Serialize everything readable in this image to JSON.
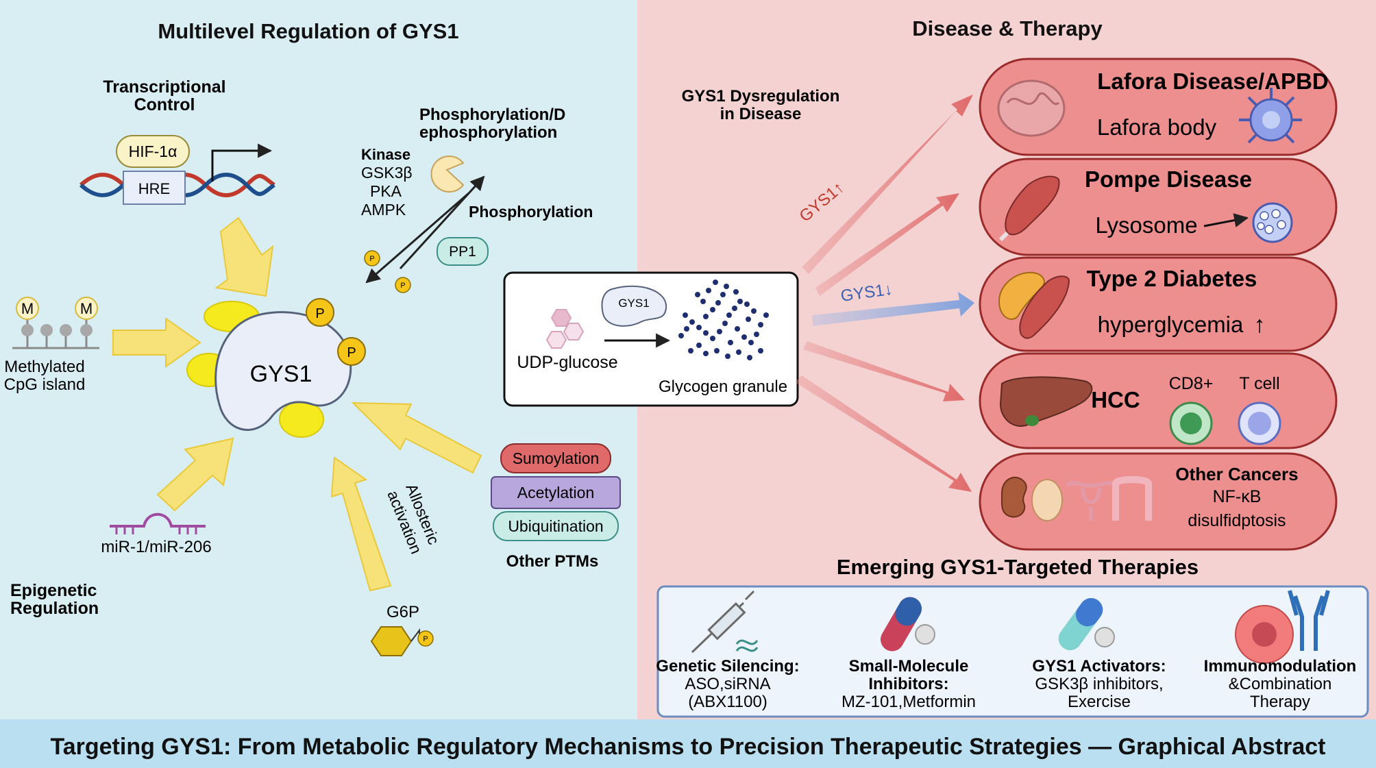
{
  "left_panel": {
    "title": "Multilevel Regulation of GYS1",
    "transcriptional": {
      "label_line1": "Transcriptional",
      "label_line2": "Control",
      "factor": "HIF-1α",
      "element": "HRE"
    },
    "methylation": {
      "marker": "M",
      "label_line1": "Methylated",
      "label_line2": "CpG island"
    },
    "mirna": {
      "label": "miR-1/miR-206"
    },
    "epigenetic": {
      "label_line1": "Epigenetic",
      "label_line2": "Regulation"
    },
    "gys1": {
      "label": "GYS1",
      "phospho": "P"
    },
    "phosphorylation": {
      "title_line1": "Phosphorylation/D",
      "title_line2": "ephosphorylation",
      "kinase_title": "Kinase",
      "kinases": [
        "GSK3β",
        "PKA",
        "AMPK"
      ],
      "arrow_label": "Phosphorylation",
      "phosphatase": "PP1",
      "phospho_small": "P"
    },
    "allosteric": {
      "label_line1": "Allosteric",
      "label_line2": "activation",
      "metabolite": "G6P",
      "phospho_small": "P"
    },
    "ptms": {
      "items": [
        "Sumoylation",
        "Acetylation",
        "Ubiquitination"
      ],
      "title": "Other PTMs"
    },
    "reaction": {
      "enzyme": "GYS1",
      "substrate": "UDP-glucose",
      "product": "Glycogen granule"
    }
  },
  "right_panel": {
    "title": "Disease & Therapy",
    "dysregulation_line1": "GYS1 Dysregulation",
    "dysregulation_line2": "in Disease",
    "up_label": "GYS1↑",
    "down_label": "GYS1↓",
    "diseases": [
      {
        "name": "Lafora Disease/APBD",
        "detail": "Lafora body"
      },
      {
        "name": "Pompe Disease",
        "detail": "Lysosome"
      },
      {
        "name": "Type 2 Diabetes",
        "detail": "hyperglycemia",
        "arrow": "↑"
      },
      {
        "name": "HCC",
        "cell1": "CD8+",
        "cell2": "T cell"
      },
      {
        "name": "Other Cancers",
        "detail1": "NF-κB",
        "detail2": "disulfidptosis"
      }
    ],
    "therapies_title": "Emerging GYS1-Targeted Therapies",
    "therapies": [
      {
        "title_line1": "Genetic Silencing:",
        "line2": "ASO,siRNA",
        "line3": "(ABX1100)"
      },
      {
        "title_line1": "Small-Molecule",
        "title_line2": "Inhibitors:",
        "line3": "MZ-101,Metformin"
      },
      {
        "title_line1": "GYS1 Activators:",
        "line2": "GSK3β inhibitors,",
        "line3": "Exercise"
      },
      {
        "title_line1": "Immunomodulation",
        "line2": "&Combination",
        "line3": "Therapy"
      }
    ]
  },
  "footer": {
    "title": "Targeting GYS1: From Metabolic Regulatory Mechanisms to Precision Therapeutic Strategies — Graphical Abstract"
  },
  "colors": {
    "left_bg": "#d9eef3",
    "right_bg": "#f5d2d2",
    "footer_bg": "#b9dff0",
    "arrow_yellow": "#f7e27a",
    "gys1_body": "#e9eef8",
    "disease_pill": "#ee8f8f",
    "disease_border": "#9b2a2a",
    "arrow_red": "#e06a6a",
    "arrow_blue": "#7d9fdc"
  }
}
